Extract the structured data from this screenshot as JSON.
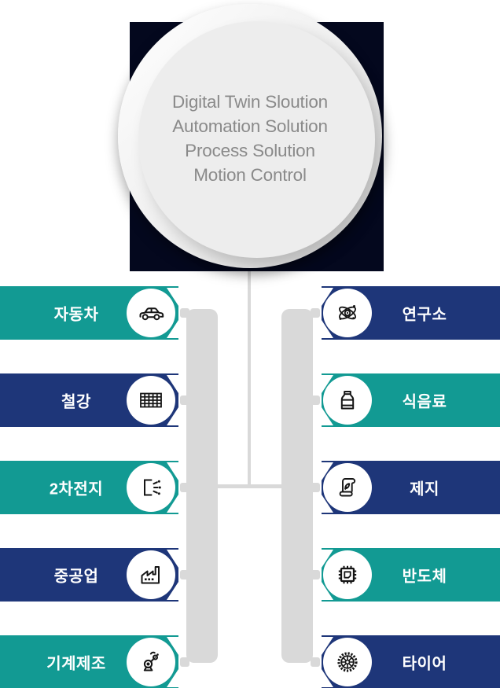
{
  "hero_circle": {
    "lines": [
      "Digital Twin Sloution",
      "Automation Solution",
      "Process Solution",
      "Motion Control"
    ]
  },
  "left_column": {
    "items": [
      {
        "label": "자동차",
        "icon": "car-icon",
        "color": "teal"
      },
      {
        "label": "철강",
        "icon": "steel-grid-icon",
        "color": "navy"
      },
      {
        "label": "2차전지",
        "icon": "battery-icon",
        "color": "teal"
      },
      {
        "label": "중공업",
        "icon": "factory-icon",
        "color": "navy"
      },
      {
        "label": "기계제조",
        "icon": "robot-arm-icon",
        "color": "teal"
      }
    ]
  },
  "right_column": {
    "items": [
      {
        "label": "연구소",
        "icon": "atom-icon",
        "color": "navy"
      },
      {
        "label": "식음료",
        "icon": "bottle-icon",
        "color": "teal"
      },
      {
        "label": "제지",
        "icon": "paper-icon",
        "color": "navy"
      },
      {
        "label": "반도체",
        "icon": "chip-icon",
        "color": "teal"
      },
      {
        "label": "타이어",
        "icon": "tire-icon",
        "color": "navy"
      }
    ]
  },
  "colors": {
    "teal": "#129a93",
    "navy": "#1e3679",
    "backdrop": "#04081e",
    "connector": "#d9d9d9",
    "circle_fill": "#ededed",
    "circle_text": "#8a8a8a",
    "bar_text": "#ffffff",
    "badge_fill": "#ffffff",
    "icon_stroke": "#141414"
  }
}
